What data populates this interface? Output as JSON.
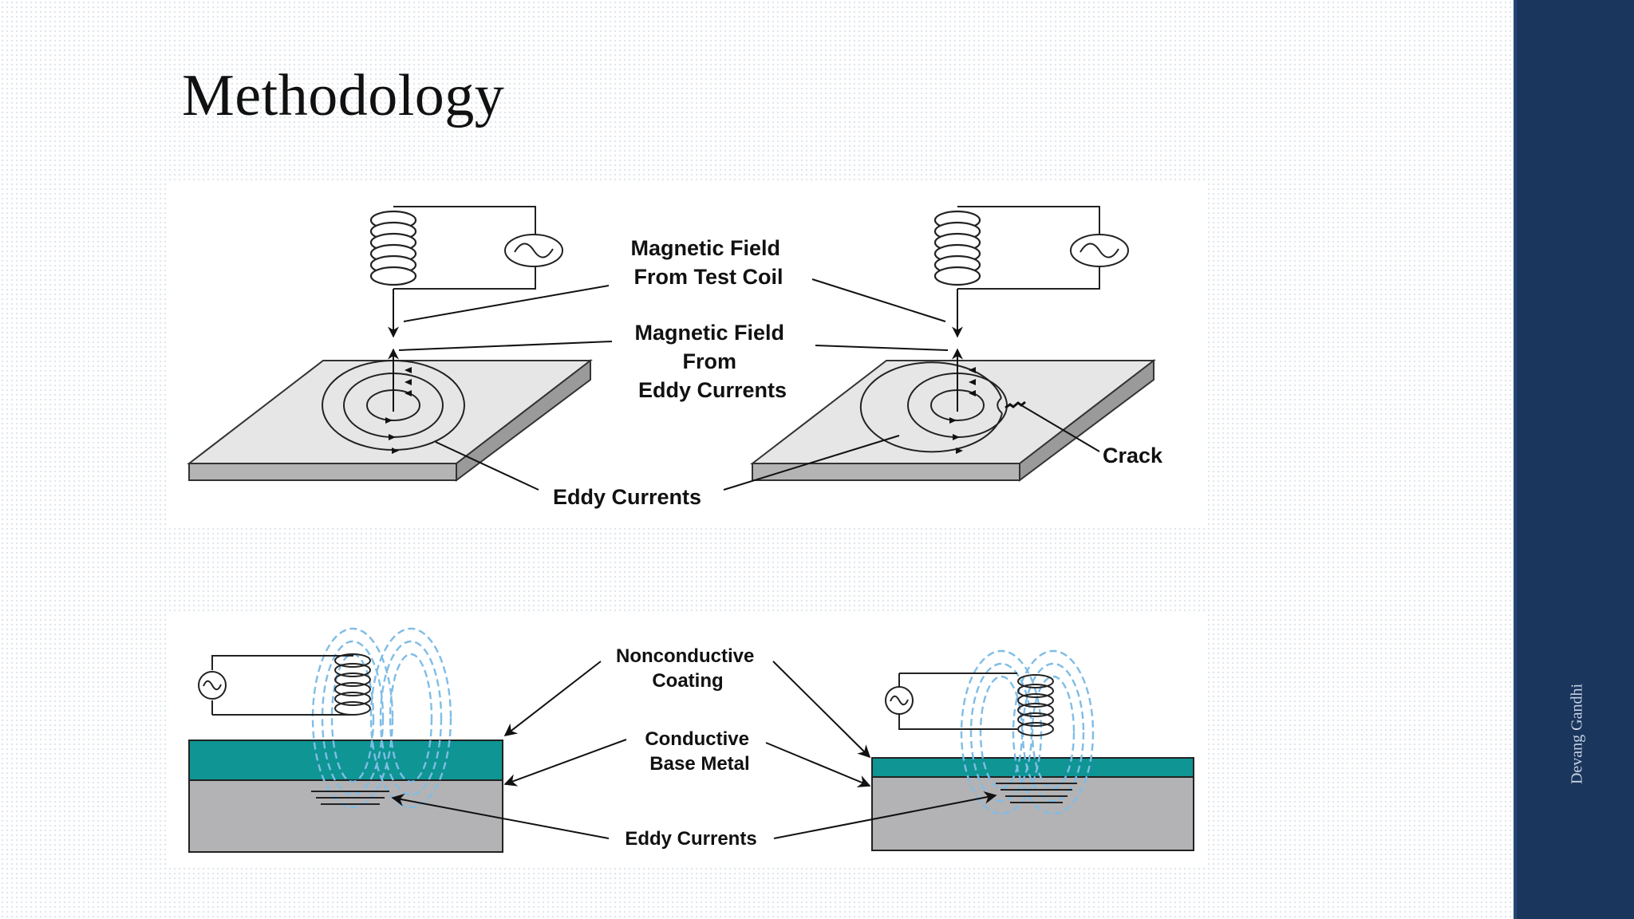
{
  "slide": {
    "title": "Methodology",
    "author": "Devang Gandhi"
  },
  "figure_top": {
    "label_magnetic_field_coil": [
      "Magnetic Field",
      "From Test Coil"
    ],
    "label_magnetic_field_eddy": [
      "Magnetic Field",
      "From",
      "Eddy Currents"
    ],
    "label_eddy_currents": "Eddy Currents",
    "label_crack": "Crack"
  },
  "figure_bottom": {
    "label_coating": [
      "Nonconductive",
      "Coating"
    ],
    "label_base_metal": [
      "Conductive",
      "Base Metal"
    ],
    "label_eddy_currents": "Eddy Currents"
  },
  "colors": {
    "sidebar": "#1b365d",
    "plate_top": "#e6e6e6",
    "plate_side": "#b4b4b4",
    "coating": "#0e9594",
    "base_metal": "#b3b3b5",
    "field_lines": "#7fbde6"
  }
}
